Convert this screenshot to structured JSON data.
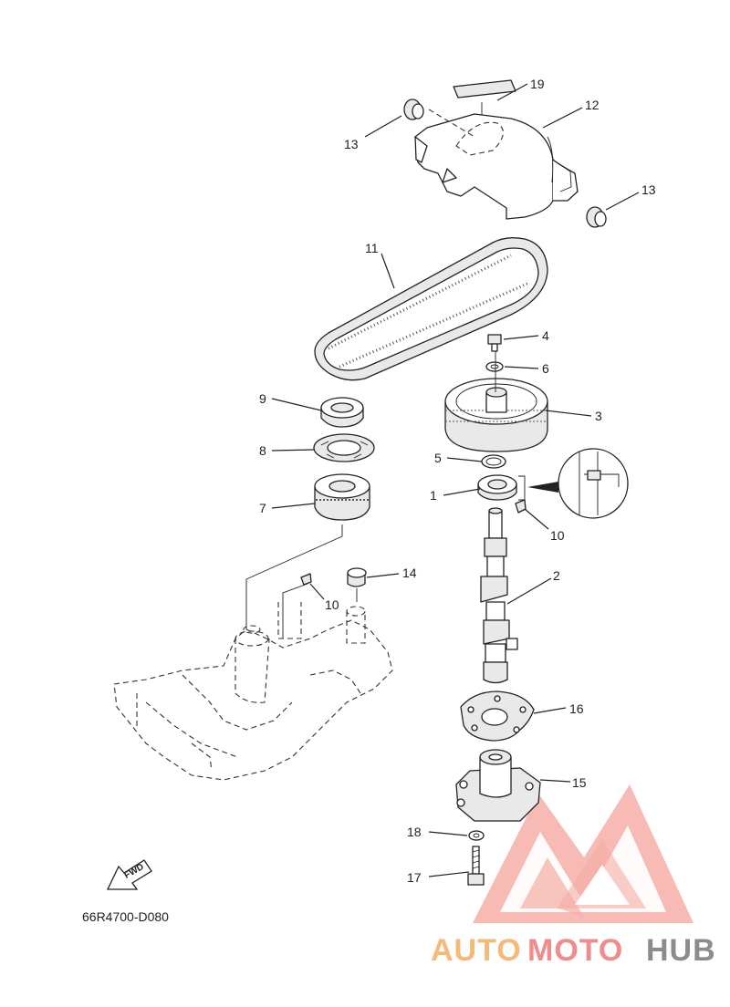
{
  "diagram_code": "66R4700-D080",
  "fwd_label": "FWD",
  "watermark": {
    "text_auto": "AUTO",
    "text_moto": "MOTO",
    "text_hub": "HUB",
    "color_auto": "#f5b97a",
    "color_moto": "#f08c8c",
    "color_hub": "#8c8c8c",
    "logo_color": "#f29a93"
  },
  "callouts": {
    "c1": "1",
    "c2": "2",
    "c3": "3",
    "c4": "4",
    "c5": "5",
    "c6": "6",
    "c7": "7",
    "c8": "8",
    "c9": "9",
    "c10a": "10",
    "c10b": "10",
    "c11": "11",
    "c12": "12",
    "c13a": "13",
    "c13b": "13",
    "c14": "14",
    "c15": "15",
    "c16": "16",
    "c17": "17",
    "c18": "18",
    "c19": "19"
  }
}
